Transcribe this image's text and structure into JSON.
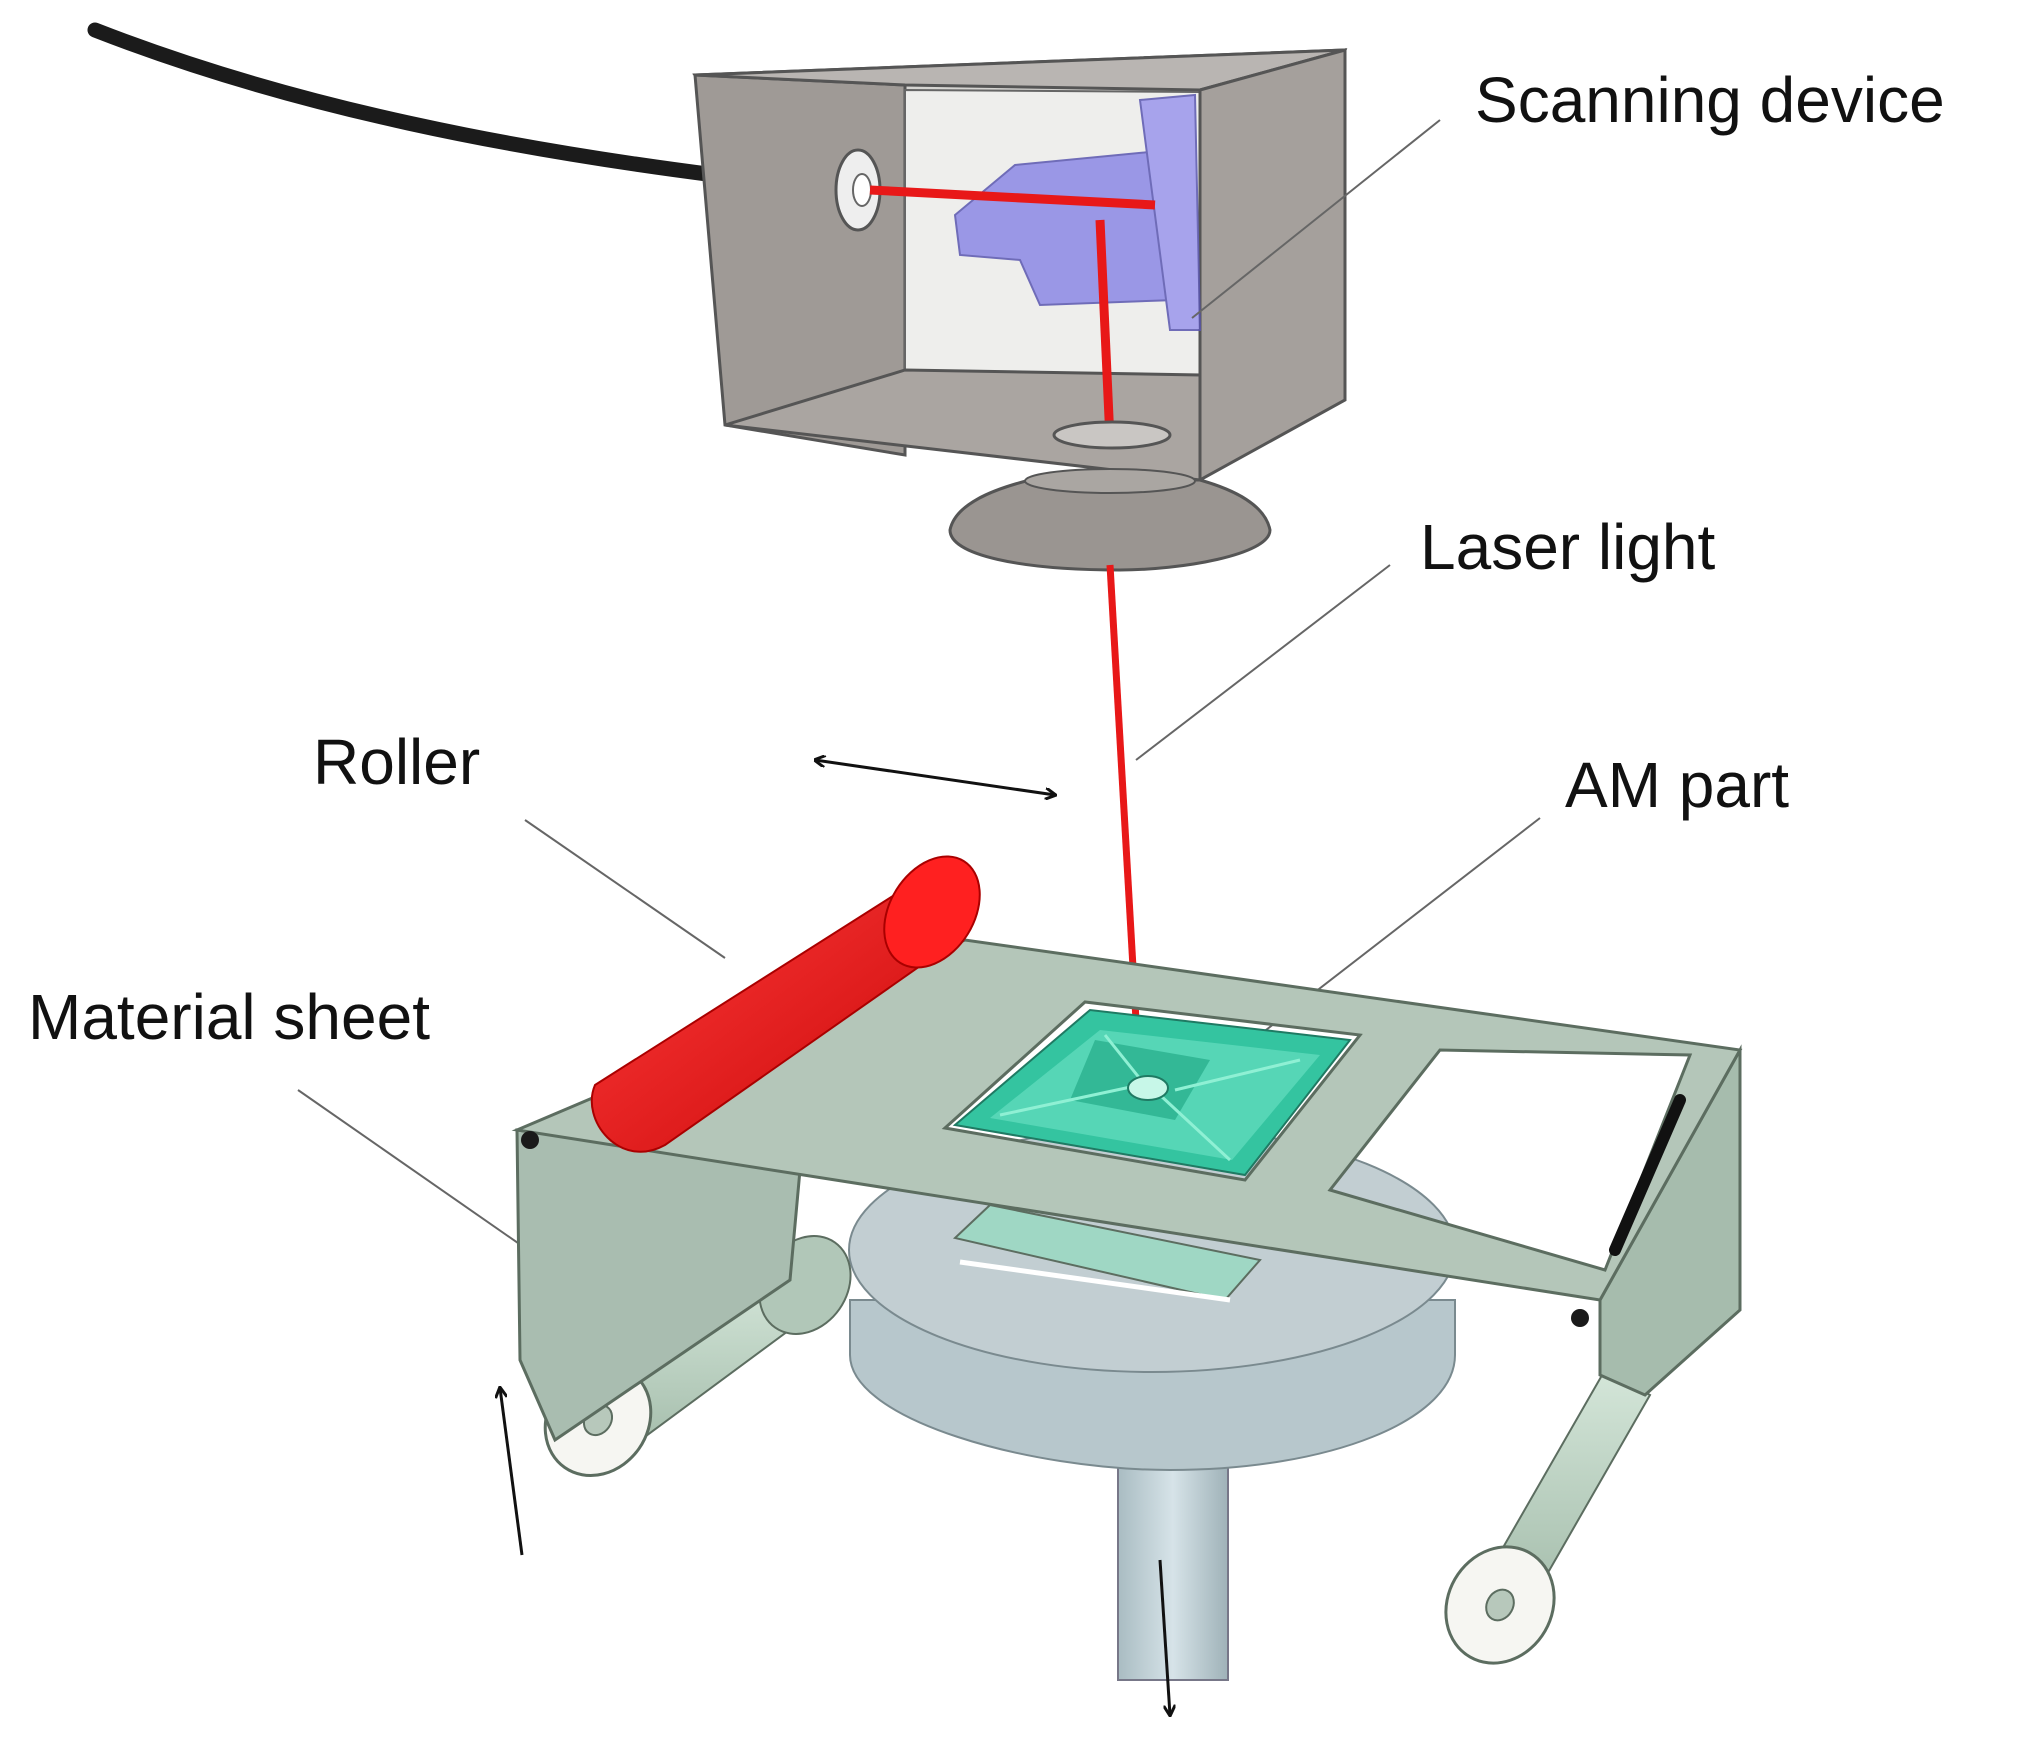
{
  "labels": {
    "scanning_device": "Scanning device",
    "laser_light": "Laser light",
    "roller": "Roller",
    "am_part": "AM part",
    "material_sheet": "Material sheet"
  },
  "colors": {
    "laser": "#e81818",
    "roller": "#e30d0d",
    "sheet": "#b4c6b9",
    "housing": "#9e9996",
    "mirror": "#8c88e6",
    "am_part": "#34c4a0",
    "platform": "#b9c6cc",
    "spool": "#bcd2c3"
  },
  "motion": {
    "roller_direction": "horizontal",
    "feed_spool_direction": "up",
    "platform_direction": "down"
  }
}
